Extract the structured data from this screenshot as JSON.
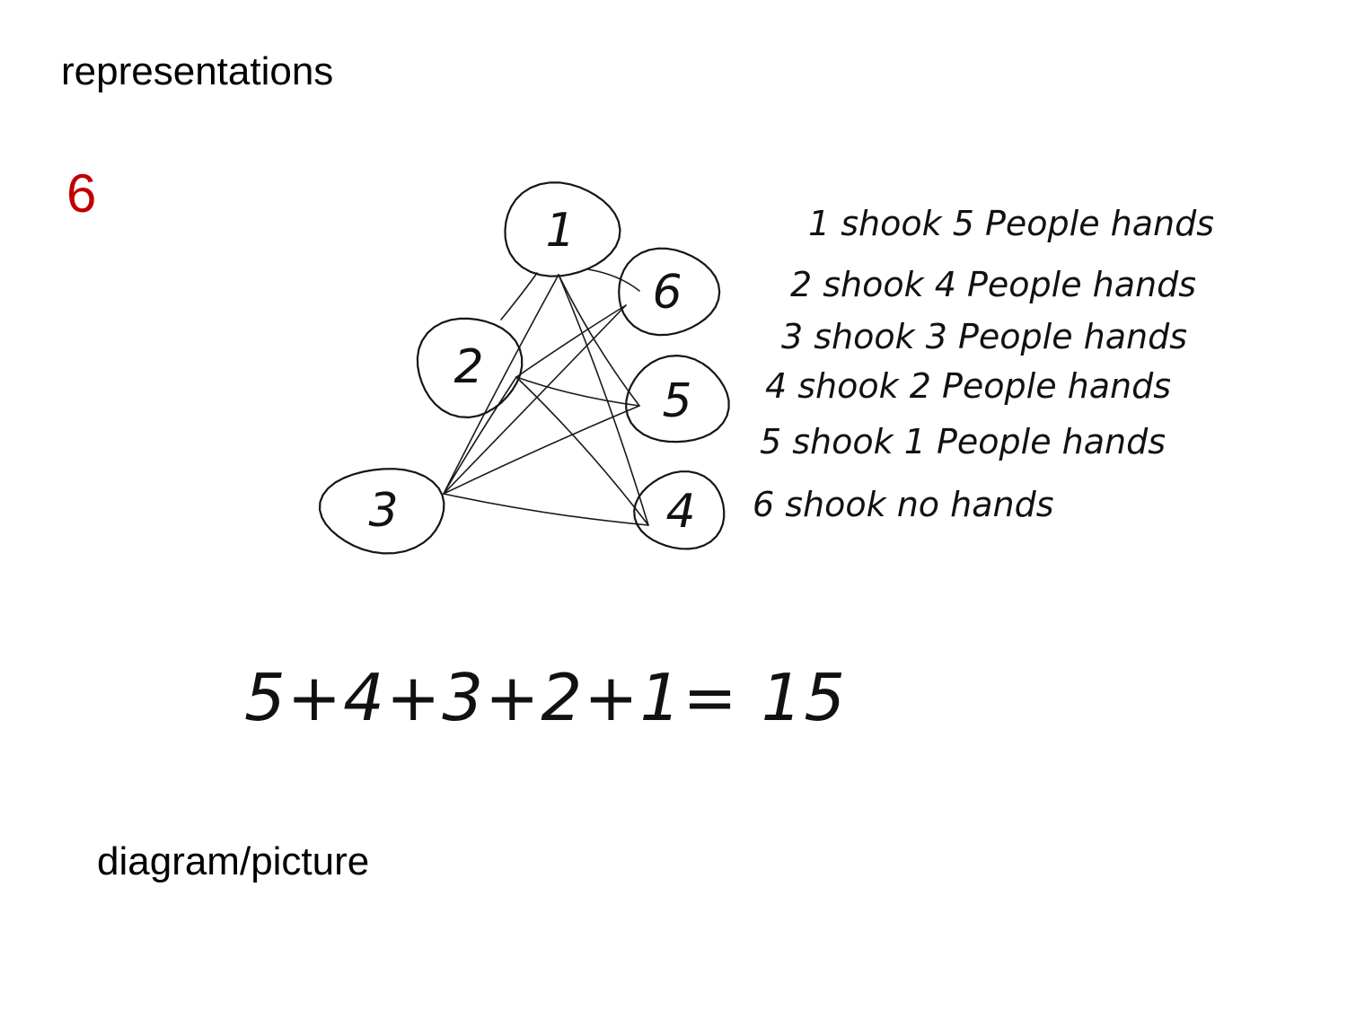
{
  "slide": {
    "title": "representations",
    "number": "6",
    "number_color": "#c00000",
    "caption": "diagram/picture"
  },
  "diagram": {
    "nodes": [
      {
        "id": "1",
        "label": "1"
      },
      {
        "id": "2",
        "label": "2"
      },
      {
        "id": "3",
        "label": "3"
      },
      {
        "id": "4",
        "label": "4"
      },
      {
        "id": "5",
        "label": "5"
      },
      {
        "id": "6",
        "label": "6"
      }
    ],
    "edges": [
      [
        "1",
        "2"
      ],
      [
        "1",
        "3"
      ],
      [
        "1",
        "4"
      ],
      [
        "1",
        "5"
      ],
      [
        "1",
        "6"
      ],
      [
        "2",
        "3"
      ],
      [
        "2",
        "4"
      ],
      [
        "2",
        "5"
      ],
      [
        "2",
        "6"
      ],
      [
        "3",
        "4"
      ],
      [
        "3",
        "5"
      ],
      [
        "3",
        "6"
      ]
    ],
    "notes": [
      "1 shook 5 People hands",
      "2 shook 4 People hands",
      "3 shook 3 People hands",
      "4 shook 2 People hands",
      "5 shook 1 People hands",
      "6 shook no hands"
    ],
    "equation": "5+4+3+2+1= 15"
  }
}
